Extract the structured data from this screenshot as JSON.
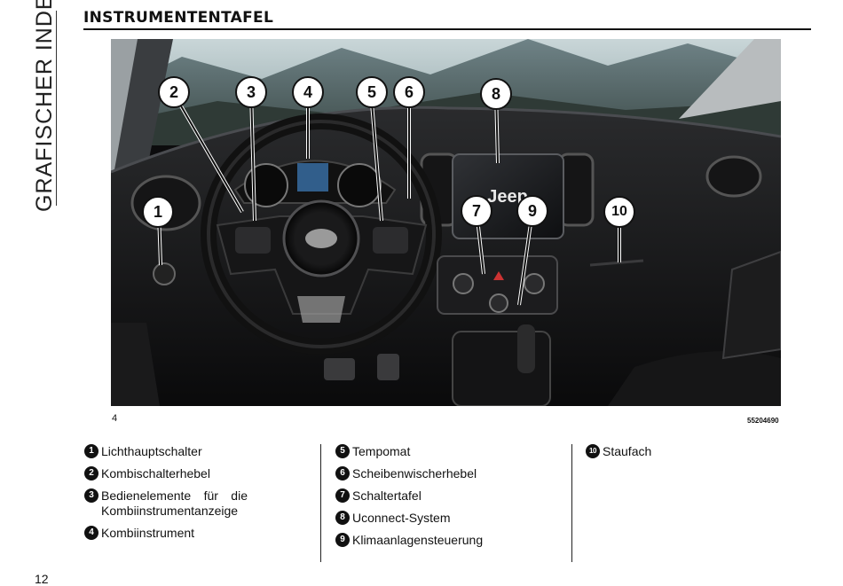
{
  "sidebar": {
    "section": "GRAFISCHER INDEX"
  },
  "header": {
    "title": "INSTRUMENTENTAFEL"
  },
  "figure": {
    "number": "4",
    "code": "55204690",
    "callouts": [
      "2",
      "3",
      "4",
      "5",
      "6",
      "8",
      "1",
      "7",
      "9",
      "10"
    ],
    "logo_text": "Jeep"
  },
  "legend": {
    "col1": [
      {
        "n": "1",
        "label": "Lichthauptschalter"
      },
      {
        "n": "2",
        "label": "Kombischalterhebel"
      },
      {
        "n": "3",
        "label": "Bedienelemente für die Kombiinstrumentanzeige"
      },
      {
        "n": "4",
        "label": "Kombiinstrument"
      }
    ],
    "col2": [
      {
        "n": "5",
        "label": "Tempomat"
      },
      {
        "n": "6",
        "label": "Scheibenwischerhebel"
      },
      {
        "n": "7",
        "label": "Schaltertafel"
      },
      {
        "n": "8",
        "label": "Uconnect-System"
      },
      {
        "n": "9",
        "label": "Klimaanlagensteuerung"
      }
    ],
    "col3": [
      {
        "n": "10",
        "label": "Staufach"
      }
    ]
  },
  "footer": {
    "page_number": "12"
  }
}
